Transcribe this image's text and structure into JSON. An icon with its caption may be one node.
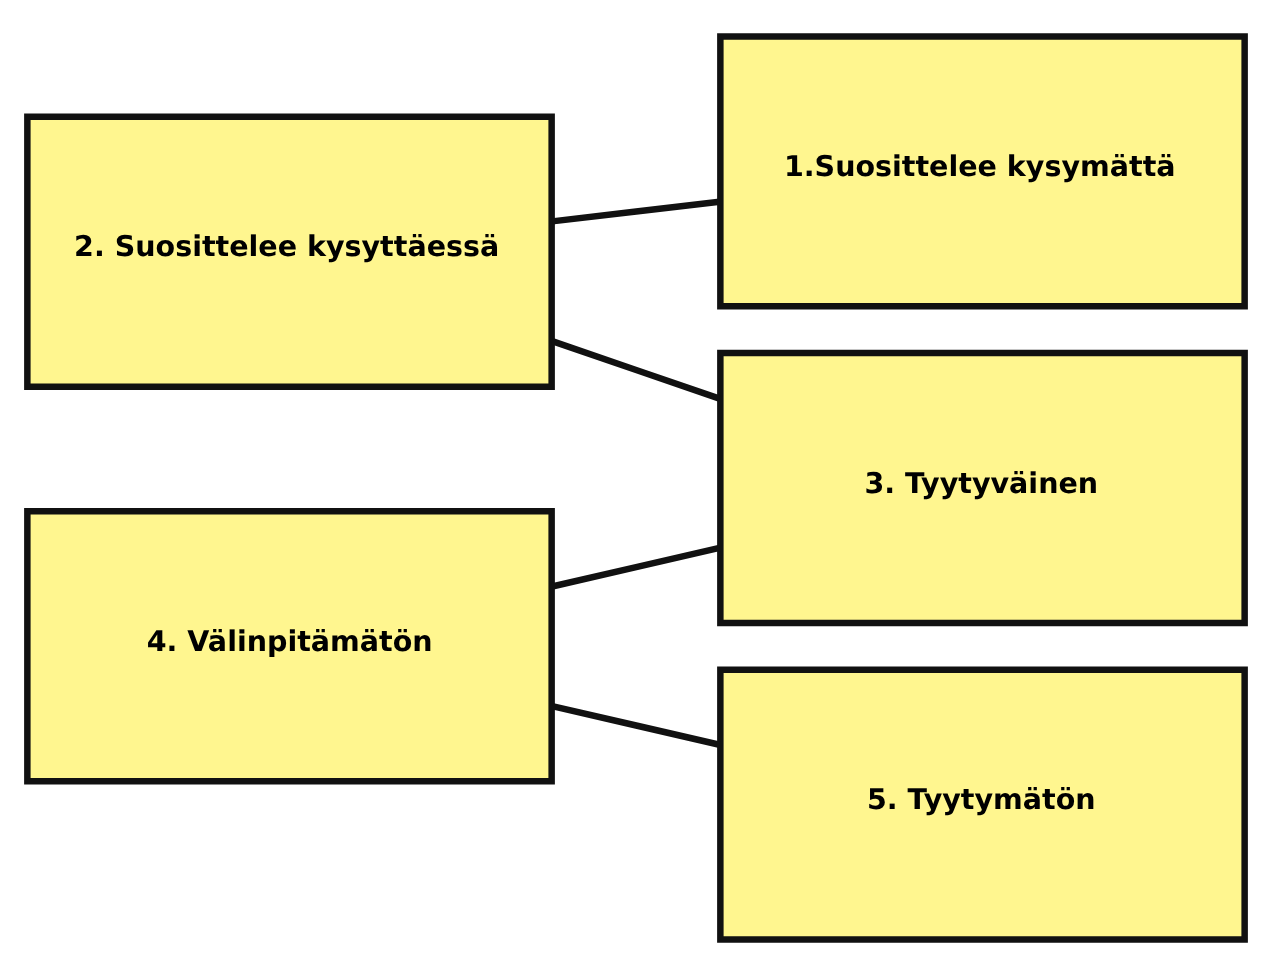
{
  "diagram": {
    "nodes": [
      {
        "text": [
          "1.Suosittelee kysymättä"
        ]
      },
      {
        "text": [
          "2. Suosittelee kysyttäessä"
        ]
      },
      {
        "text": [
          "3. Tyytyväinen"
        ]
      },
      {
        "text": [
          "4. Välinpitämätön"
        ]
      },
      {
        "text": [
          "5. Tyytymätön"
        ]
      }
    ],
    "edges": [
      {
        "from": 1,
        "to": 0,
        "arrow": "none"
      },
      {
        "from": 1,
        "to": 2,
        "arrow": "none"
      },
      {
        "from": 3,
        "to": 2,
        "arrow": "none"
      },
      {
        "from": 3,
        "to": 4,
        "arrow": "none"
      }
    ]
  }
}
